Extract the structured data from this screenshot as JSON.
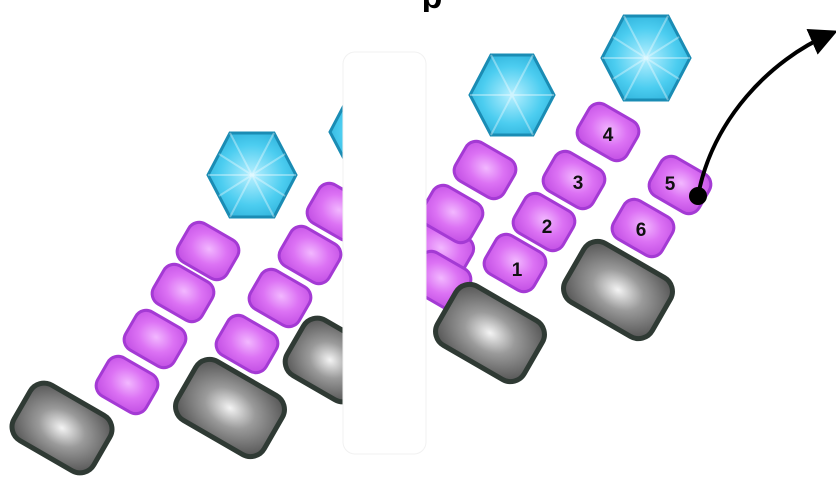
{
  "diagram": {
    "top_text": "p",
    "colors": {
      "purple_fill": "#d96cf2",
      "purple_stroke": "#a43ad4",
      "gray_fill": "#7a7a7a",
      "gray_stroke": "#2f3a34",
      "hex_fill": "#3ec4ea",
      "hex_stroke": "#1a8cb4",
      "pointer": "#000000"
    },
    "numbered_blocks": [
      {
        "label": "1"
      },
      {
        "label": "2"
      },
      {
        "label": "3"
      },
      {
        "label": "4"
      },
      {
        "label": "5"
      },
      {
        "label": "6"
      }
    ],
    "icons": [
      "hexagon-icon",
      "arrow-icon"
    ]
  }
}
